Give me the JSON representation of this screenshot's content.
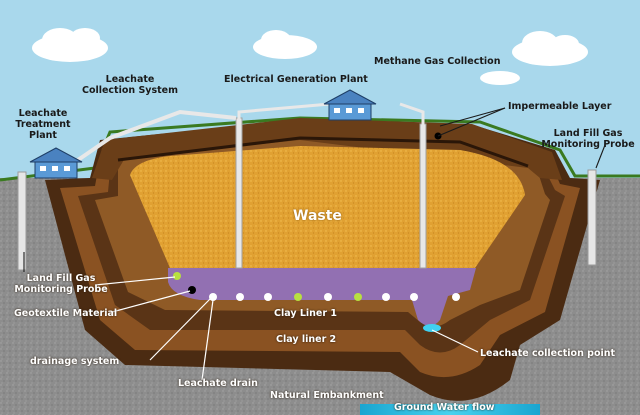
{
  "diagram": {
    "labels": {
      "waste": "Waste",
      "leachate_collection_system": "Leachate Collection System",
      "leachate_treatment_plant": "Leachate Treatment Plant",
      "electrical_generation_plant": "Electrical Generation Plant",
      "methane_gas_collection": "Methane Gas Collection",
      "impermeable_layer": "Impermeable Layer",
      "gas_probe_right": "Land Fill Gas Monitoring Probe",
      "gas_probe_left": "Land Fill Gas Monitoring Probe",
      "geotextile_material": "Geotextile Material",
      "drainage_system": "drainage system",
      "leachate_drain": "Leachate drain",
      "clay_liner_1": "Clay Liner 1",
      "clay_liner_2": "Clay liner 2",
      "leachate_collection_point": "Leachate collection point",
      "natural_embankment": "Natural Embankment",
      "ground_water_flow": "Ground Water flow"
    },
    "colors": {
      "sky": "#a9d8ec",
      "ground": "#8f8f8f",
      "outer_soil": "#4a2a10",
      "clay_liner": "#8a5222",
      "waste": "#e0a030",
      "leachate_layer": "#9070b0",
      "pipe": "#e8e8e8",
      "water": "#30c0e0"
    }
  }
}
